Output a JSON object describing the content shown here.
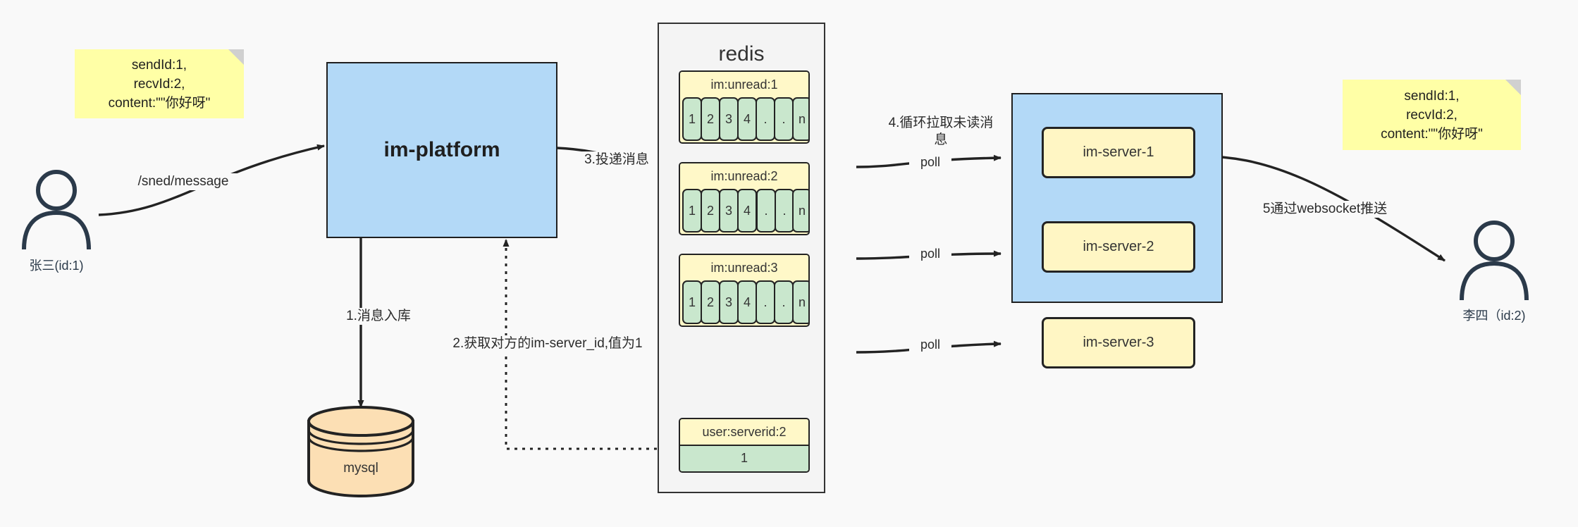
{
  "diagram": {
    "title": "IM message delivery architecture",
    "background": "#f9f9f9"
  },
  "notes": {
    "left": "sendId:1,\nrecvId:2,\ncontent:\"\"你好呀\"",
    "right": "sendId:1,\nrecvId:2,\ncontent:\"\"你好呀\""
  },
  "actors": {
    "sender": {
      "label": "张三(id:1)",
      "icon": "user-icon"
    },
    "receiver": {
      "label": "李四（id:2)",
      "icon": "user-icon"
    }
  },
  "nodes": {
    "platform": {
      "label": "im-platform",
      "color": "#b3d9f7"
    },
    "mysql": {
      "label": "mysql",
      "color": "#fcdfb4"
    },
    "redis": {
      "label": "redis",
      "color": "#f4f4f4"
    },
    "server_farm": {
      "color": "#b3d9f7"
    }
  },
  "redis_keys": [
    {
      "name": "im:unread:1",
      "cells": [
        "1",
        "2",
        "3",
        "4",
        ".",
        ".",
        "n"
      ]
    },
    {
      "name": "im:unread:2",
      "cells": [
        "1",
        "2",
        "3",
        "4",
        ".",
        ".",
        "n"
      ]
    },
    {
      "name": "im:unread:3",
      "cells": [
        "1",
        "2",
        "3",
        "4",
        ".",
        ".",
        "n"
      ]
    }
  ],
  "redis_single": {
    "name": "user:serverid:2",
    "value": "1"
  },
  "servers": [
    {
      "label": "im-server-1"
    },
    {
      "label": "im-server-2"
    },
    {
      "label": "im-server-3"
    }
  ],
  "edge_labels": {
    "send_message": "/sned/message",
    "step1": "1.消息入库",
    "step2": "2.获取对方的im-server_id,值为1",
    "step3": "3.投递消息",
    "step4": "4.循环拉取未读消\n息",
    "step5": "5通过websocket推送",
    "poll1": "poll",
    "poll2": "poll",
    "poll3": "poll"
  },
  "colors": {
    "note_yellow": "#ffffa6",
    "key_yellow": "#fff8c8",
    "cell_green": "#c9e7cd",
    "blue": "#b3d9f7",
    "db_orange": "#fcdfb4",
    "stroke": "#232323"
  }
}
